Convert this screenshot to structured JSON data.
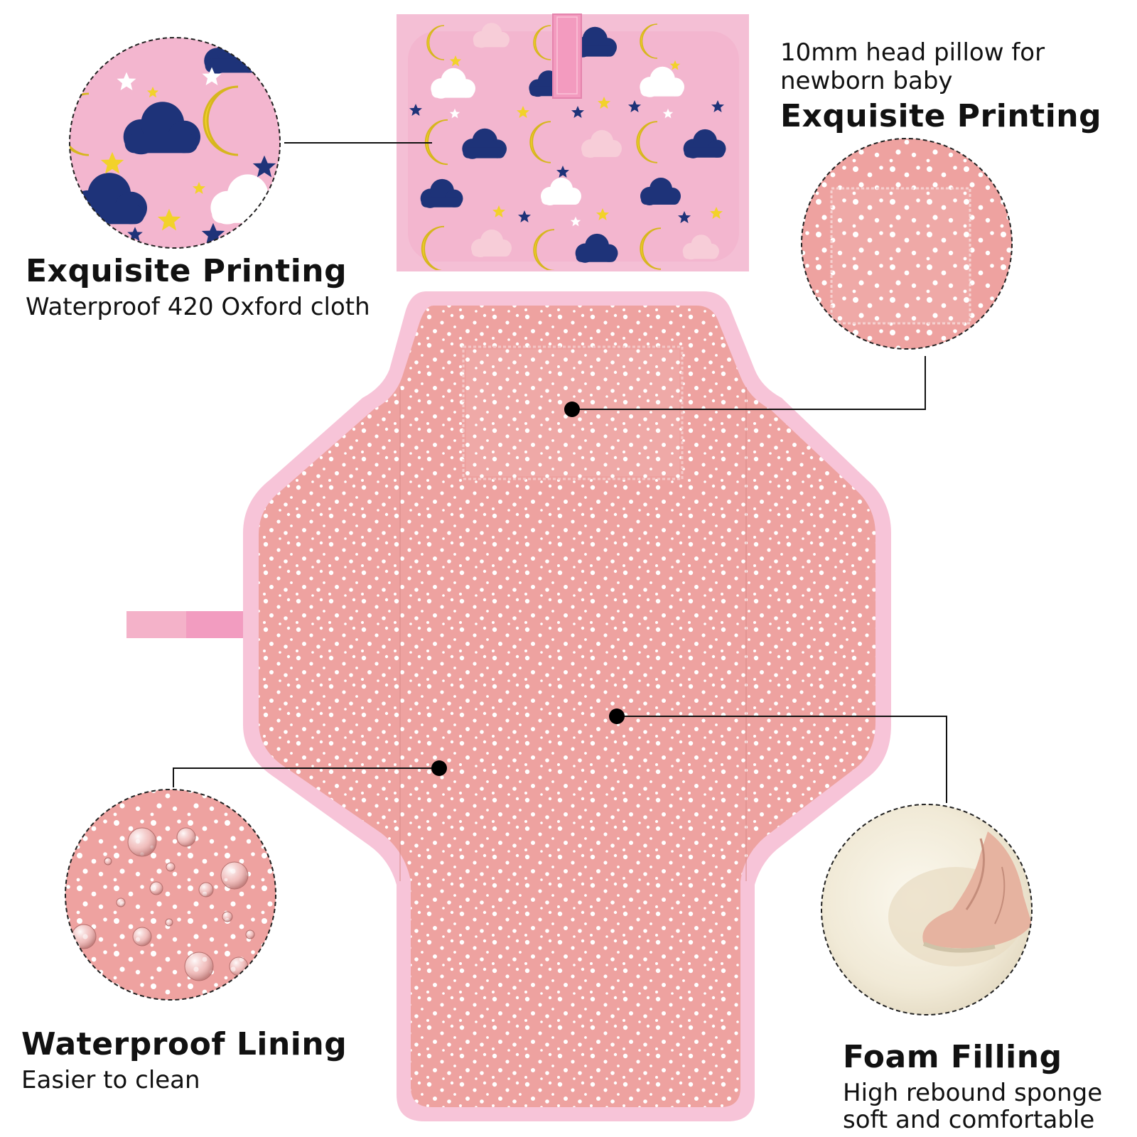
{
  "colors": {
    "mat_pink": "#eea2a0",
    "mat_border": "#f7c4d8",
    "folded_pink": "#f4bfd5",
    "navy": "#1e3379",
    "yellow": "#f2d22a",
    "white": "#ffffff",
    "callout_line": "#111111"
  },
  "icons": {
    "moon": "moon-icon",
    "star": "star-icon",
    "cloud": "cloud-icon",
    "water_drop": "water-drop-icon",
    "callout_dot": "callout-dot-icon"
  },
  "callouts": {
    "top_left": {
      "title": "Exquisite Printing",
      "subtitle": "Waterproof 420 Oxford cloth"
    },
    "top_right": {
      "line1": "10mm head pillow for",
      "line2": "newborn baby",
      "title": "Exquisite Printing"
    },
    "bottom_left": {
      "title": "Waterproof Lining",
      "subtitle": "Easier to clean"
    },
    "bottom_right": {
      "title": "Foam Filling",
      "line1": "High rebound sponge",
      "line2": "soft and comfortable"
    }
  }
}
